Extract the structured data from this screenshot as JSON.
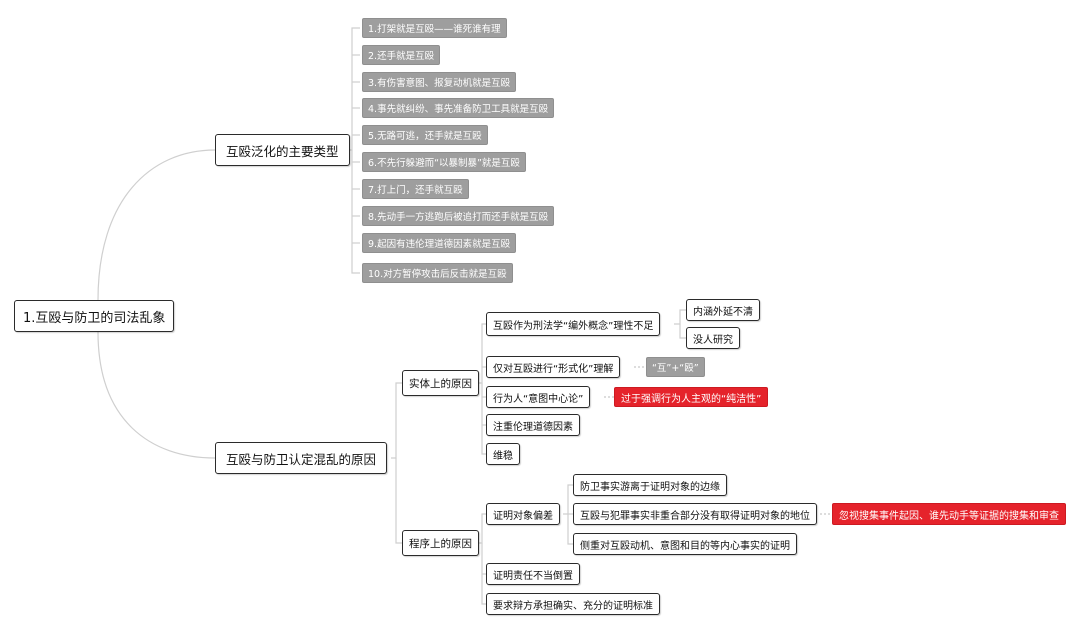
{
  "root": "1.互殴与防卫的司法乱象",
  "branch_types": {
    "label": "互殴泛化的主要类型",
    "items": [
      "1.打架就是互殴——谁死谁有理",
      "2.还手就是互殴",
      "3.有伤害意图、报复动机就是互殴",
      "4.事先就纠纷、事先准备防卫工具就是互殴",
      "5.无路可逃，还手就是互殴",
      "6.不先行躲避而“以暴制暴”就是互殴",
      "7.打上门，还手就互殴",
      "8.先动手一方逃跑后被追打而还手就是互殴",
      "9.起因有违伦理道德因素就是互殴",
      "10.对方暂停攻击后反击就是互殴"
    ]
  },
  "branch_causes": {
    "label": "互殴与防卫认定混乱的原因",
    "substantive": {
      "label": "实体上的原因",
      "concept": {
        "label": "互殴作为刑法学“编外概念”理性不足",
        "children": [
          "内涵外延不清",
          "没人研究"
        ]
      },
      "formal": {
        "label": "仅对互殴进行“形式化”理解",
        "note": "“互”+“殴”"
      },
      "intent": {
        "label": "行为人“意图中心论”",
        "note": "过于强调行为人主观的“纯洁性”"
      },
      "ethics": "注重伦理道德因素",
      "stability": "维稳"
    },
    "procedural": {
      "label": "程序上的原因",
      "object": {
        "label": "证明对象偏差",
        "children": [
          "防卫事实游离于证明对象的边缘",
          "互殴与犯罪事实非重合部分没有取得证明对象的地位",
          "侧重对互殴动机、意图和目的等内心事实的证明"
        ],
        "note": "忽视搜集事件起因、谁先动手等证据的搜集和审查"
      },
      "burden": "证明责任不当倒置",
      "standard": "要求辩方承担确实、充分的证明标准"
    }
  }
}
